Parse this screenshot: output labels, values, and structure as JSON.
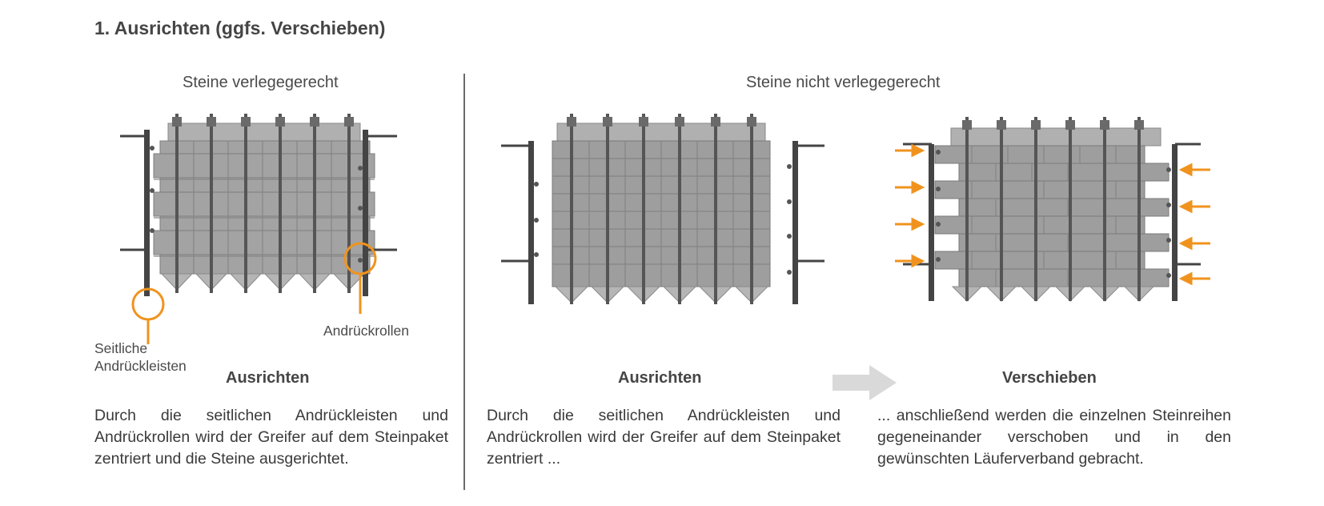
{
  "title": "1. Ausrichten (ggfs. Verschieben)",
  "left_panel": {
    "subtitle": "Steine verlegegerecht",
    "label_side": "Seitliche Andrückleisten",
    "label_side_line1": "Seitliche",
    "label_side_line2": "Andrückleisten",
    "label_rollers": "Andrückrollen",
    "caption": "Ausrichten",
    "text": "Durch die seitlichen Andrückleisten und Andrückrollen wird der Greifer auf dem Steinpaket zentriert und die Steine ausgerichtet."
  },
  "right_panel": {
    "subtitle": "Steine nicht verlegegerecht",
    "step1": {
      "caption": "Ausrichten",
      "text": "Durch die seitlichen Andrückleisten und Andrückrollen wird der Greifer auf dem Steinpaket zentriert ..."
    },
    "step2": {
      "caption": "Verschieben",
      "text": "... anschließend werden die einzelnen Steinreihen gegeneinander verschoben und in den gewünschten Läuferverband gebracht."
    }
  },
  "colors": {
    "accent_orange": "#f0931e",
    "stone_gray": "#9a9a9a",
    "frame_dark": "#4a4a4a",
    "arrow_gray": "#d9d9d9"
  },
  "icons": {
    "gripper": "gripper-drawing",
    "push_arrow": "orange-arrow-icon",
    "process_arrow": "gray-right-arrow-icon"
  }
}
